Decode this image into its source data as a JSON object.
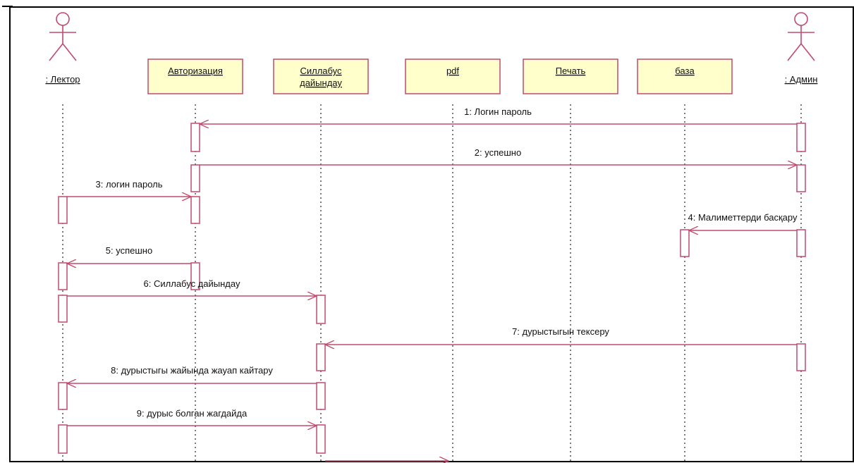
{
  "diagram": {
    "colors": {
      "message": "#c04a6e",
      "object_fill": "#ffffcc",
      "object_stroke": "#c04a6e",
      "actor": "#c04a6e",
      "lifeline": "#333333",
      "frame": "#000000"
    },
    "actors": [
      {
        "id": "lector",
        "name": ": Лектор"
      },
      {
        "id": "admin",
        "name": ": Админ"
      }
    ],
    "objects": [
      {
        "id": "auth",
        "lines": [
          "Авторизация"
        ]
      },
      {
        "id": "syllabus",
        "lines": [
          "Силлабус",
          "дайындау"
        ]
      },
      {
        "id": "pdf",
        "lines": [
          "pdf"
        ]
      },
      {
        "id": "print",
        "lines": [
          "Печать"
        ]
      },
      {
        "id": "base",
        "lines": [
          "база"
        ]
      }
    ],
    "messages": [
      {
        "n": 1,
        "text": "1: Логин пароль",
        "from": "admin",
        "to": "auth"
      },
      {
        "n": 2,
        "text": "2: успешно",
        "from": "auth",
        "to": "admin"
      },
      {
        "n": 3,
        "text": "3: логин пароль",
        "from": "lector",
        "to": "auth"
      },
      {
        "n": 4,
        "text": "4: Малиметтерди басқару",
        "from": "admin",
        "to": "base"
      },
      {
        "n": 5,
        "text": "5: успешно",
        "from": "auth",
        "to": "lector"
      },
      {
        "n": 6,
        "text": "6: Силлабус дайындау",
        "from": "lector",
        "to": "syllabus"
      },
      {
        "n": 7,
        "text": "7: дурыстыгын тексеру",
        "from": "admin",
        "to": "syllabus"
      },
      {
        "n": 8,
        "text": "8: дурыстыгы жайында жауап кайтару",
        "from": "syllabus",
        "to": "lector"
      },
      {
        "n": 9,
        "text": "9: дурыс болган жагдайда",
        "from": "lector",
        "to": "syllabus"
      },
      {
        "n": 10,
        "text": "",
        "from": "syllabus",
        "to": "pdf"
      }
    ]
  }
}
